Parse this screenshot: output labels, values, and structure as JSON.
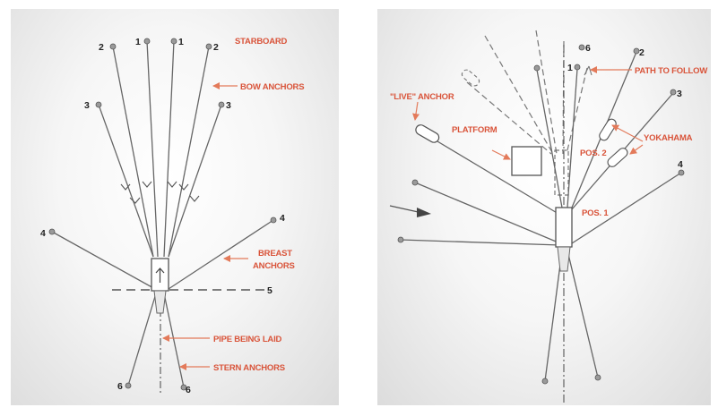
{
  "left_diagram": {
    "labels": {
      "starboard": "STARBOARD",
      "bow_anchors": "BOW ANCHORS",
      "breast_anchors_1": "BREAST",
      "breast_anchors_2": "ANCHORS",
      "pipe_being_laid": "PIPE BEING LAID",
      "stern_anchors": "STERN ANCHORS"
    },
    "numbers": {
      "bow_2_left": "2",
      "bow_1_left": "1",
      "bow_1_right": "1",
      "bow_2_right": "2",
      "bow_3_left": "3",
      "bow_3_right": "3",
      "breast_4_left": "4",
      "breast_4_right": "4",
      "crossline_5": "5",
      "stern_6_left": "6",
      "stern_6_right": "6"
    }
  },
  "right_diagram": {
    "labels": {
      "live_anchor": "\"LIVE\" ANCHOR",
      "platform": "PLATFORM",
      "path_to_follow": "PATH TO FOLLOW",
      "yokahama": "YOKAHAMA",
      "pos2": "POS. 2",
      "pos1": "POS. 1"
    },
    "numbers": {
      "n6": "6",
      "n1": "1",
      "n2": "2",
      "n3": "3",
      "n4": "4"
    }
  }
}
